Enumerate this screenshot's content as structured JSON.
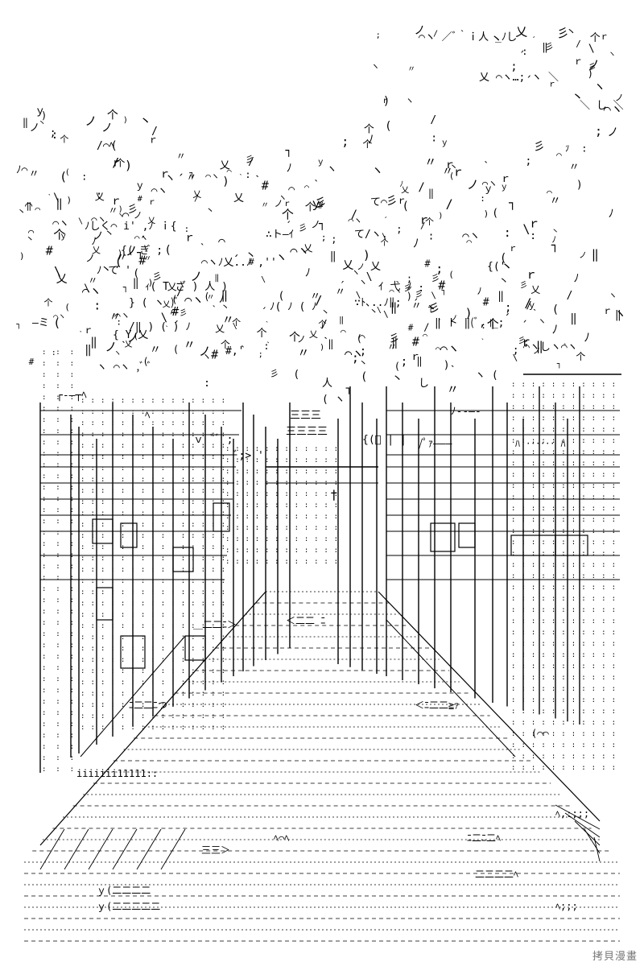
{
  "artwork": {
    "style": "shift-jis ascii art",
    "subject": "tree-lined street with buildings",
    "ink_color": "#000000",
    "paper_color": "#ffffff"
  },
  "watermark": {
    "text": "拷貝漫畫"
  }
}
